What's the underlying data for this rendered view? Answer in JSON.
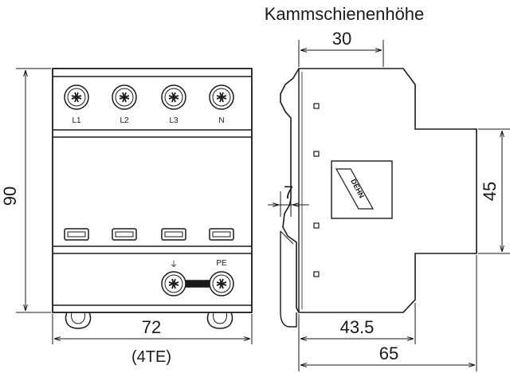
{
  "title": "Kammschienenhöhe",
  "front_view": {
    "height_dim": "90",
    "width_dim": "72",
    "width_note": "(4TE)",
    "terminals": [
      "L1",
      "L2",
      "L3",
      "N"
    ],
    "ground_symbol": "⏚",
    "pe_label": "PE"
  },
  "side_view": {
    "busbar_height_dim": "30",
    "groove_dim": "7",
    "right_height_dim": "45",
    "depth_front_dim": "43.5",
    "depth_total_dim": "65",
    "logo_text": "DEHN"
  }
}
